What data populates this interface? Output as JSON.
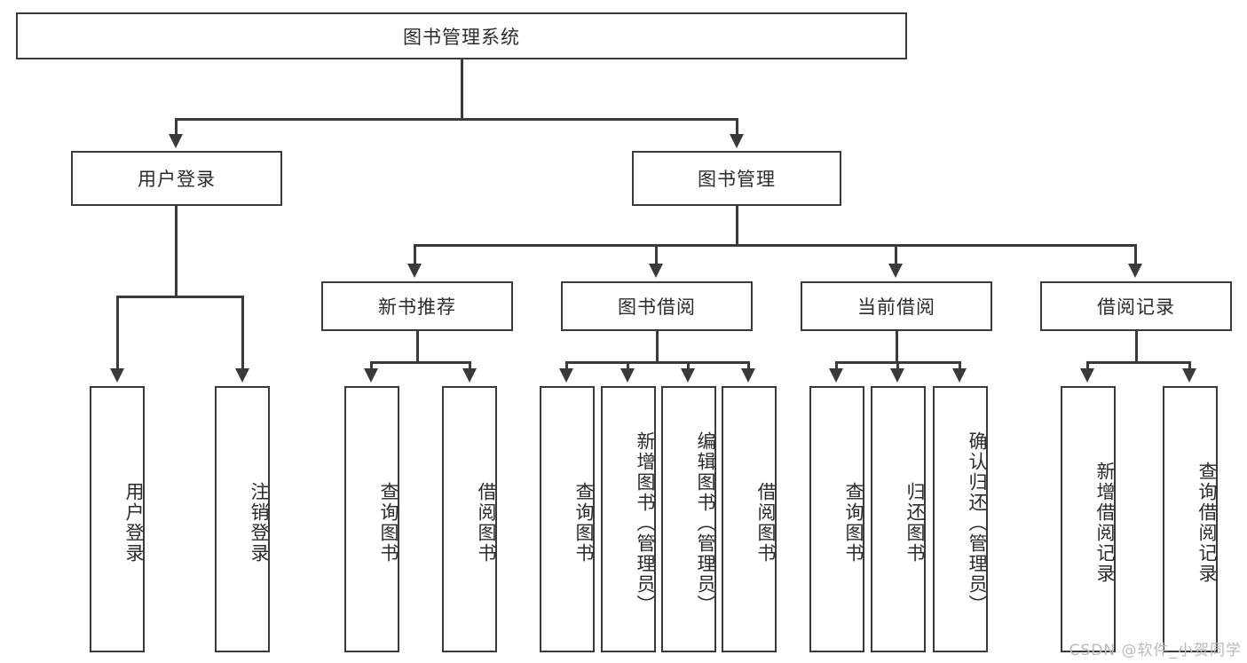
{
  "diagram": {
    "type": "tree",
    "root": {
      "label": "图书管理系统"
    },
    "level2": [
      {
        "label": "用户登录"
      },
      {
        "label": "图书管理"
      }
    ],
    "level3": [
      {
        "label": "新书推荐"
      },
      {
        "label": "图书借阅"
      },
      {
        "label": "当前借阅"
      },
      {
        "label": "借阅记录"
      }
    ],
    "leaves": {
      "user_login": [
        {
          "label": "用户登录"
        },
        {
          "label": "注销登录"
        }
      ],
      "new_book_recommend": [
        {
          "label": "查询图书"
        },
        {
          "label": "借阅图书"
        }
      ],
      "book_borrow": [
        {
          "label": "查询图书"
        },
        {
          "label": "新增图书（管理员）"
        },
        {
          "label": "编辑图书（管理员）"
        },
        {
          "label": "借阅图书"
        }
      ],
      "current_borrow": [
        {
          "label": "查询图书"
        },
        {
          "label": "归还图书"
        },
        {
          "label": "确认归还（管理员）"
        }
      ],
      "borrow_record": [
        {
          "label": "新增借阅记录"
        },
        {
          "label": "查询借阅记录"
        }
      ]
    }
  },
  "watermark": {
    "text": "CSDN @软件_小贺同学"
  },
  "colors": {
    "border": "#3a3a3a",
    "text": "#2b2b2b",
    "background": "#ffffff",
    "watermark": "#b9b9b9"
  }
}
